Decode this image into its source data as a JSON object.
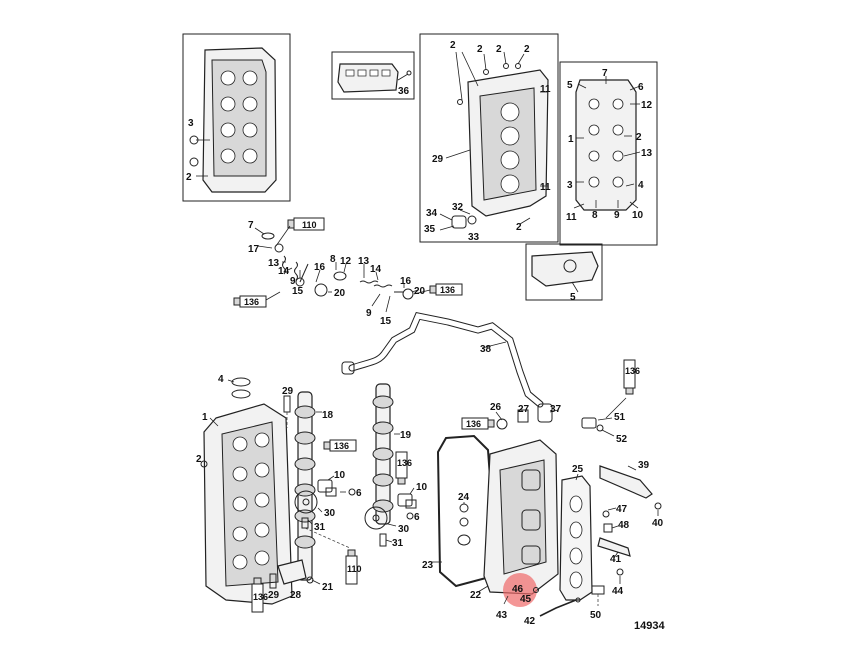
{
  "diagram": {
    "drawing_number": "14934",
    "highlight_color": "#f06a6a",
    "sealant_tubes": [
      "110",
      "136"
    ],
    "callouts": {
      "inset_a": [
        "3",
        "2"
      ],
      "inset_b": [
        "36"
      ],
      "inset_c": [
        "2",
        "2",
        "2",
        "2",
        "11",
        "29",
        "34",
        "32",
        "35",
        "33",
        "2",
        "11"
      ],
      "inset_d": [
        "5",
        "7",
        "6",
        "12",
        "1",
        "2",
        "13",
        "3",
        "4",
        "11",
        "8",
        "9",
        "10"
      ],
      "inset_e": [
        "5"
      ],
      "valve_train": [
        "7",
        "17",
        "13",
        "14",
        "9",
        "16",
        "15",
        "20",
        "8",
        "12",
        "13",
        "14",
        "16",
        "9",
        "15",
        "20"
      ],
      "hose": [
        "38",
        "37",
        "26",
        "27",
        "51",
        "52",
        "39",
        "40"
      ],
      "cylinder_head": [
        "4",
        "29",
        "1",
        "18",
        "2",
        "19",
        "10",
        "6",
        "30",
        "31",
        "29",
        "28",
        "21",
        "10",
        "6",
        "30",
        "31"
      ],
      "cover": [
        "23",
        "24",
        "22",
        "25",
        "46",
        "45",
        "43",
        "42",
        "47",
        "48",
        "41",
        "44",
        "50",
        "40"
      ]
    }
  }
}
